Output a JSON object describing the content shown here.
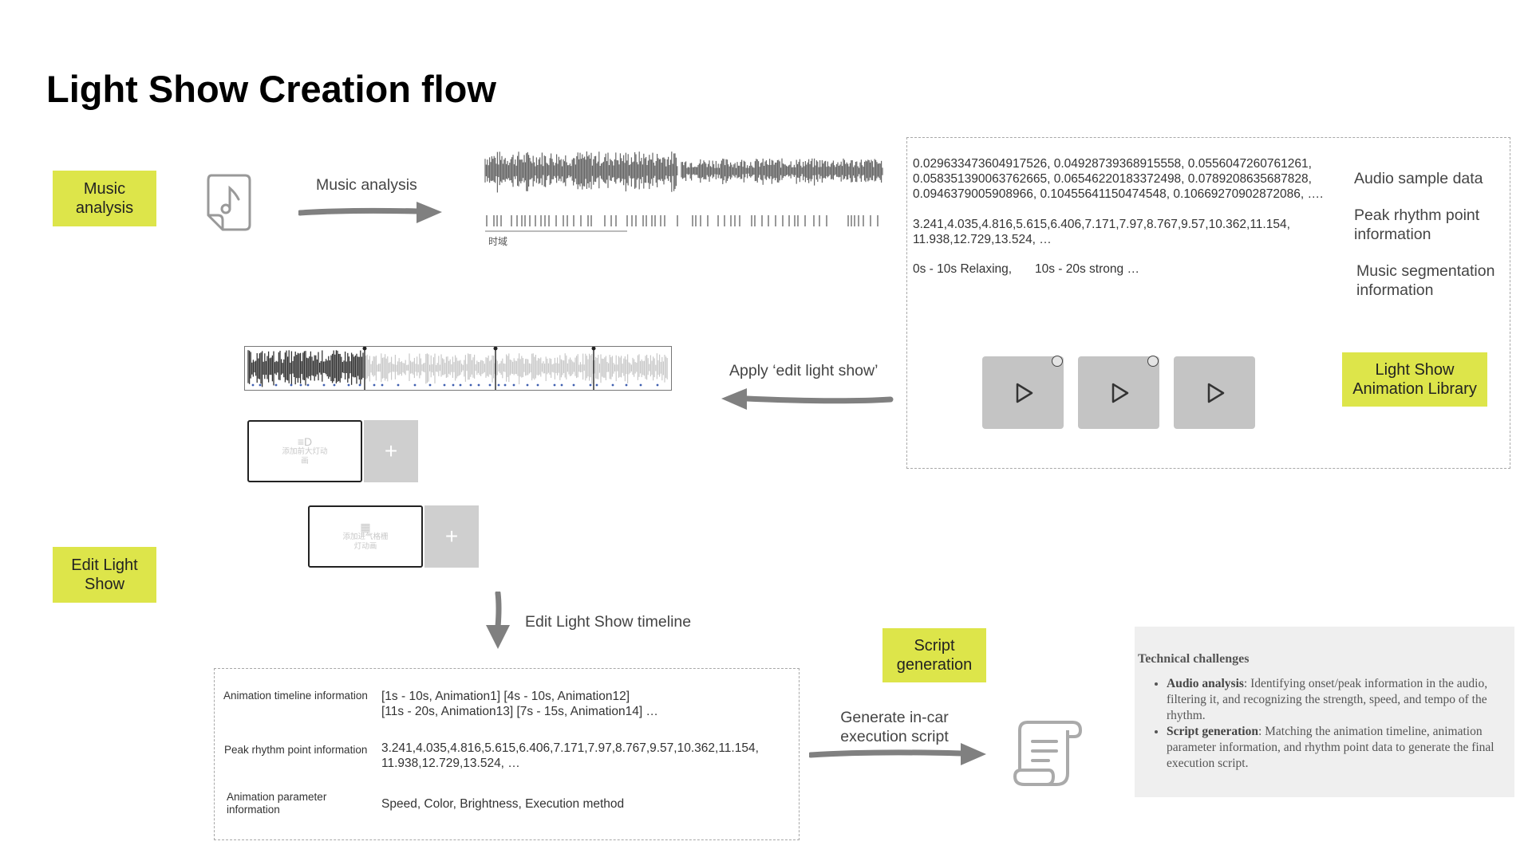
{
  "title": "Light Show Creation flow",
  "stages": {
    "music_analysis": "Music analysis",
    "edit_light_show": "Edit Light Show",
    "light_show_library": "Light Show Animation Library",
    "script_generation": "Script generation"
  },
  "arrows": {
    "music_analysis": "Music analysis",
    "apply_edit": "Apply ‘edit light show’",
    "edit_timeline": "Edit Light Show timeline",
    "generate_script": "Generate in-car execution script"
  },
  "waveform": {
    "time_domain_label": "时域"
  },
  "analysis_output": {
    "audio_samples": "0.029633473604917526, 0.04928739368915558, 0.0556047260761261, 0.058351390063762665, 0.06546220183372498, 0.0789208635687828, 0.0946379005908966, 0.1045564115047454​8, 0.10669270902872086, ….",
    "peak_points": "3.241,4.035,4.816,5.615,6.406,7.171,7.97,8.767,9.57,10.362,11.154, 11.938,12.729,13.524, …",
    "segments_a": "0s - 10s Relaxing,",
    "segments_b": "10s - 20s  strong …",
    "label_audio": "Audio sample data",
    "label_peak": "Peak rhythm point information",
    "label_segment": "Music segmentation information"
  },
  "animation_slots": [
    {
      "icon": "headlight-icon",
      "text": "添加前大灯动画",
      "add": "+"
    },
    {
      "icon": "grille-icon",
      "text": "添加进气格栅灯动画",
      "add": "+"
    }
  ],
  "timeline_info": {
    "row1_label": "Animation timeline information",
    "row1_val1": "[1s - 10s,   Animation1]    [4s - 10s,   Animation12]",
    "row1_val2": "[11s - 20s, Animation13]    [7s - 15s,   Animation14]  …",
    "row2_label": "Peak rhythm point information",
    "row2_val1": "3.241,4.035,4.816,5.615,6.406,7.171,7.97,8.767,9.57,10.362,11.154,",
    "row2_val2": "11.938,12.729,13.524, …",
    "row3_label": "Animation parameter information",
    "row3_val": "Speed,  Color, Brightness, Execution method"
  },
  "tech": {
    "heading": "Technical challenges",
    "items": [
      {
        "term": "Audio analysis",
        "text": ": Identifying onset/peak information in the audio, filtering it, and recognizing the strength, speed, and tempo of the rhythm."
      },
      {
        "term": "Script generation",
        "text": ": Matching the animation timeline, animation parameter information, and rhythm point data to generate the final execution script."
      }
    ]
  },
  "colors": {
    "accent": "#dde54a",
    "panel": "#efefef",
    "tile": "#c4c4c4",
    "arrow": "#808080"
  }
}
